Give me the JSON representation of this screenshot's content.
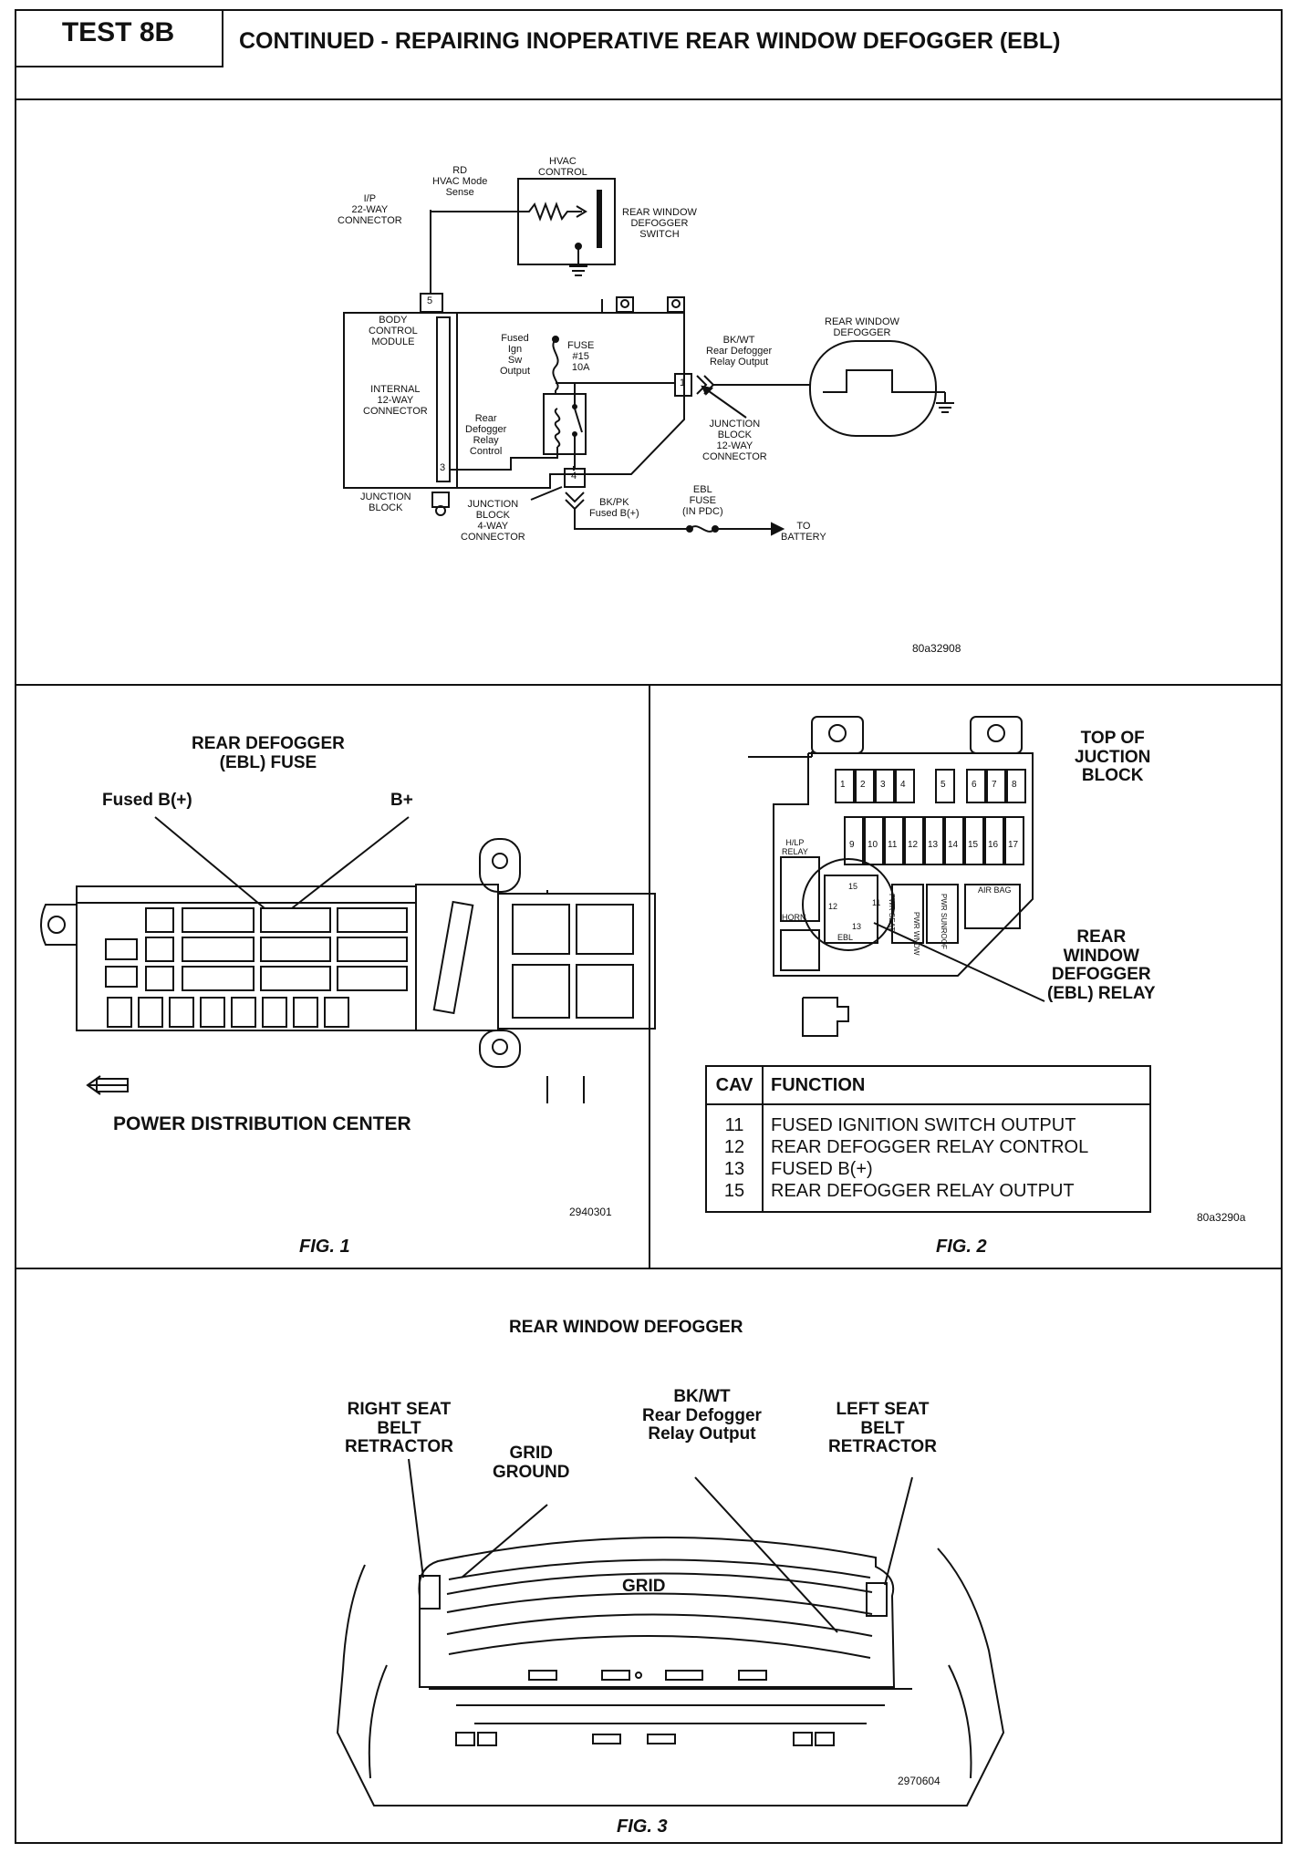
{
  "header": {
    "test_label": "TEST 8B",
    "title": "CONTINUED - REPAIRING INOPERATIVE REAR WINDOW DEFOGGER (EBL)"
  },
  "schematic": {
    "hvac_control": "HVAC\nCONTROL",
    "rd_sense": "RD\nHVAC Mode\nSense",
    "ip_connector": "I/P\n22-WAY\nCONNECTOR",
    "switch": "REAR WINDOW\nDEFOGGER\nSWITCH",
    "bcm": "BODY\nCONTROL\nMODULE",
    "internal_connector": "INTERNAL\n12-WAY\nCONNECTOR",
    "fused_ign": "Fused\nIgn\nSw\nOutput",
    "fuse": "FUSE\n#15\n10A",
    "relay_control": "Rear\nDefogger\nRelay\nControl",
    "junction_block": "JUNCTION\nBLOCK",
    "bkwt": "BK/WT\nRear Defogger\nRelay Output",
    "rear_window_defogger": "REAR WINDOW\nDEFOGGER",
    "jb12": "JUNCTION\nBLOCK\n12-WAY\nCONNECTOR",
    "jb4": "JUNCTION\nBLOCK\n4-WAY\nCONNECTOR",
    "bkpk": "BK/PK\nFused B(+)",
    "ebl_fuse": "EBL\nFUSE\n(IN PDC)",
    "to_battery": "TO\nBATTERY",
    "pin5": "5",
    "pin3": "3",
    "pin1": "1",
    "pin4": "4",
    "code": "80a32908"
  },
  "fig1": {
    "title": "REAR DEFOGGER\n(EBL) FUSE",
    "fused_b": "Fused B(+)",
    "b_plus": "B+",
    "caption": "POWER DISTRIBUTION CENTER",
    "code": "2940301",
    "fig_label": "FIG. 1"
  },
  "fig2": {
    "top_label": "TOP OF\nJUCTION\nBLOCK",
    "relay_label": "REAR\nWINDOW\nDEFOGGER\n(EBL) RELAY",
    "hlp_relay": "H/LP\nRELAY",
    "horn": "HORN",
    "air_bag": "AIR BAG",
    "ebl": "EBL",
    "pwr_window": "PWR WNDW",
    "pwr_sunroof": "PWR SUNROOF",
    "pwr_seat": "PWR SEAT",
    "fuse_numbers_top": [
      "1",
      "2",
      "3",
      "4",
      "5",
      "6",
      "7",
      "8"
    ],
    "fuse_numbers_bottom": [
      "9",
      "10",
      "11",
      "12",
      "13",
      "14",
      "15",
      "16",
      "17"
    ],
    "relay_pins": [
      "15",
      "11",
      "12",
      "13"
    ],
    "table_headers": {
      "cav": "CAV",
      "function": "FUNCTION"
    },
    "table_rows": [
      {
        "cav": "11",
        "function": "FUSED IGNITION SWITCH OUTPUT"
      },
      {
        "cav": "12",
        "function": "REAR DEFOGGER RELAY CONTROL"
      },
      {
        "cav": "13",
        "function": "FUSED B(+)"
      },
      {
        "cav": "15",
        "function": "REAR DEFOGGER RELAY OUTPUT"
      }
    ],
    "code": "80a3290a",
    "fig_label": "FIG. 2"
  },
  "fig3": {
    "title": "REAR WINDOW DEFOGGER",
    "right_seat": "RIGHT SEAT\nBELT\nRETRACTOR",
    "grid_ground": "GRID\nGROUND",
    "bkwt": "BK/WT\nRear Defogger\nRelay Output",
    "left_seat": "LEFT SEAT\nBELT\nRETRACTOR",
    "grid": "GRID",
    "code": "2970604",
    "fig_label": "FIG. 3"
  }
}
